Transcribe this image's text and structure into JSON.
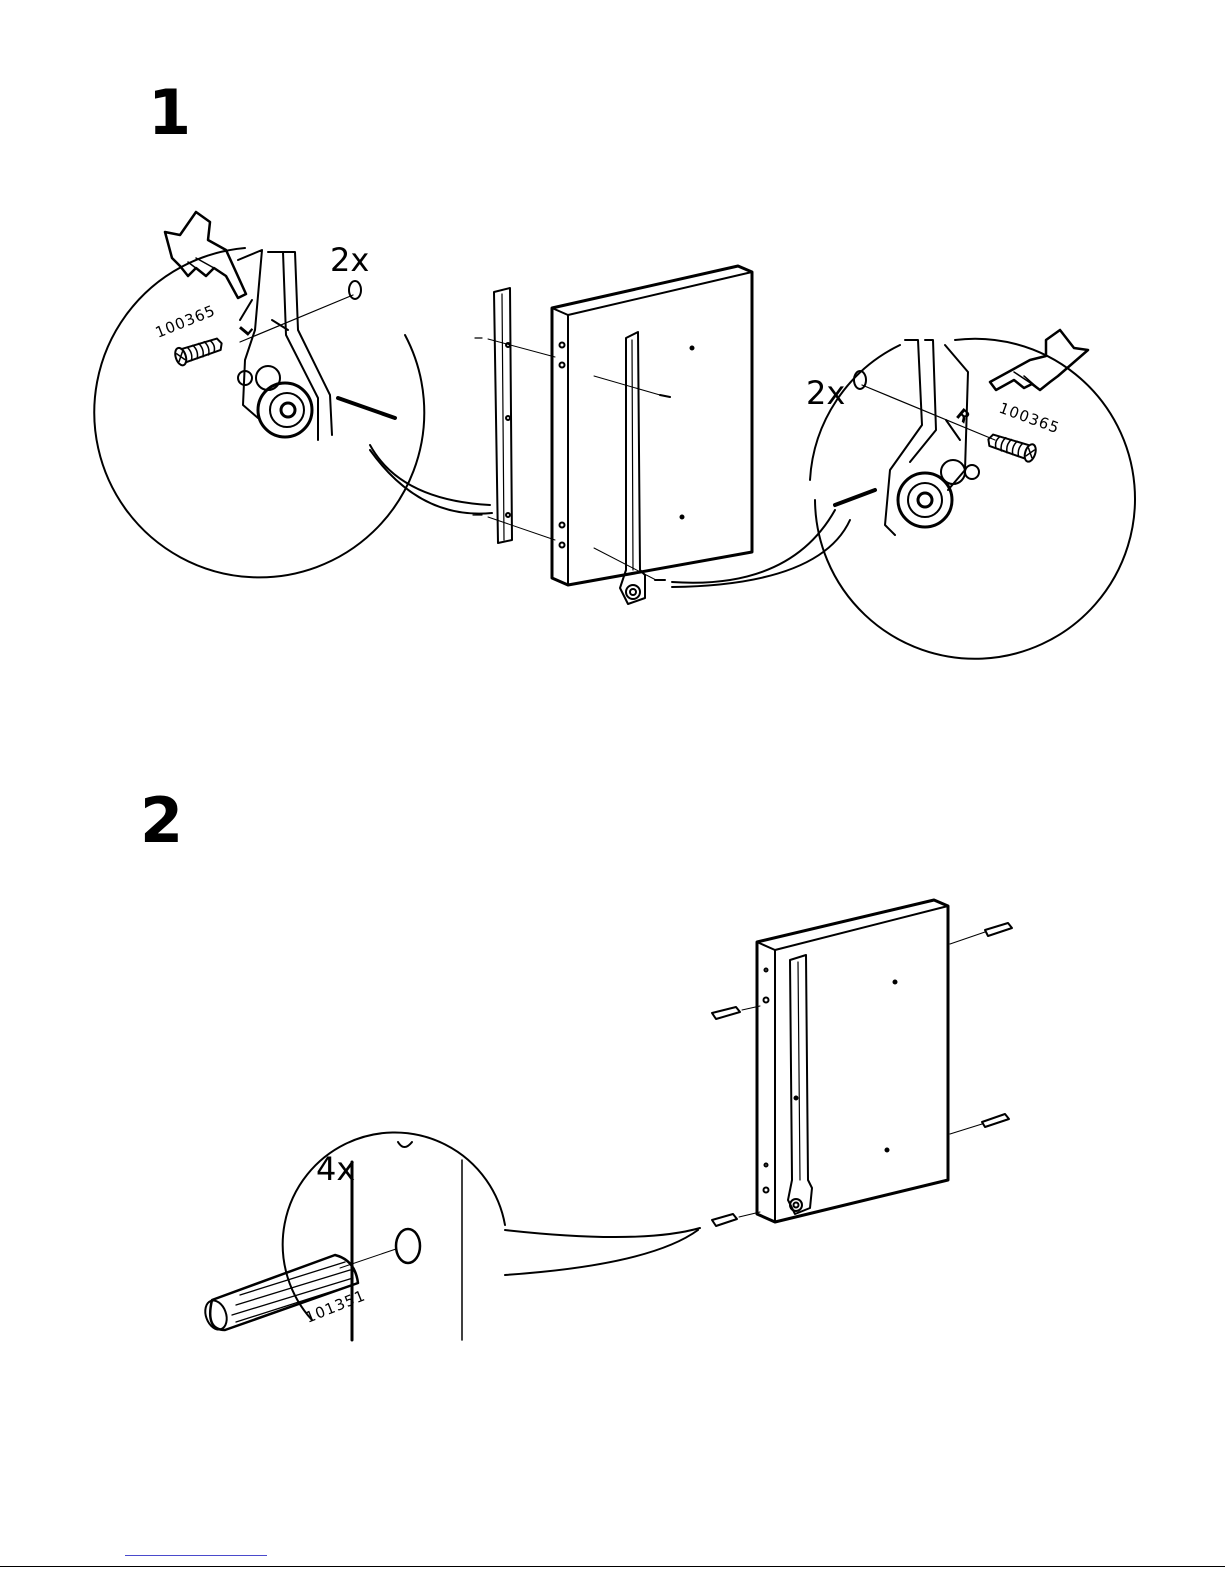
{
  "steps": [
    {
      "number": "1",
      "callouts": [
        {
          "quantity": "2x",
          "part_number": "100365",
          "side_letter": "L"
        },
        {
          "quantity": "2x",
          "part_number": "100365",
          "side_letter": "R"
        }
      ]
    },
    {
      "number": "2",
      "callouts": [
        {
          "quantity": "4x",
          "part_number": "101351"
        }
      ]
    }
  ],
  "icons": [
    "pointing-hand-icon",
    "screw-icon",
    "dowel-icon",
    "drawer-runner-icon",
    "panel-icon"
  ],
  "colors": {
    "ink": "#000000",
    "paper": "#ffffff",
    "footer_link": "#4a4acc"
  }
}
